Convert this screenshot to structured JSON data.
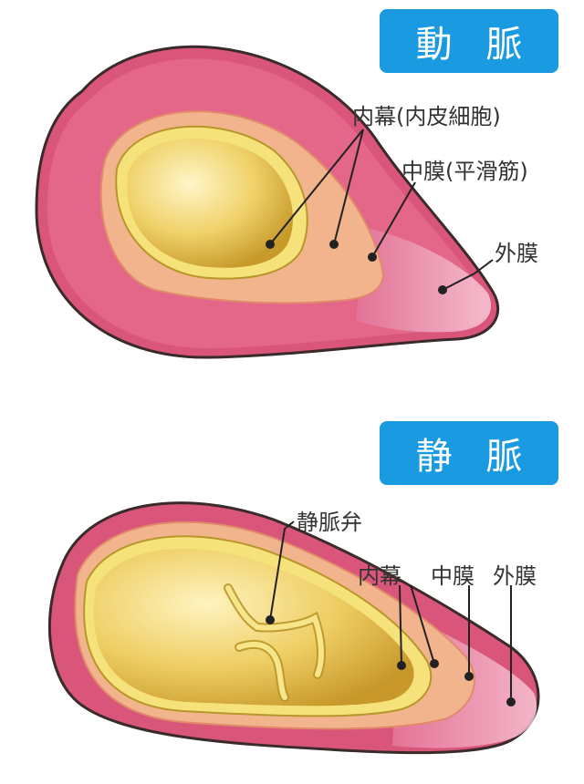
{
  "artery": {
    "title": "動 脈",
    "labels": {
      "intima": "内幕(内皮細胞)",
      "media": "中膜(平滑筋)",
      "adventitia": "外膜"
    }
  },
  "vein": {
    "title": "静 脈",
    "labels": {
      "valve": "静脈弁",
      "intima": "内幕",
      "media": "中膜",
      "adventitia": "外膜"
    }
  },
  "colors": {
    "badge": "#1a9ae0",
    "adventitia": "#d9557a",
    "media": "#f2b48d",
    "intima": "#f5e27a",
    "lumen": "#e9c24a",
    "outline": "#3a2a2a"
  }
}
